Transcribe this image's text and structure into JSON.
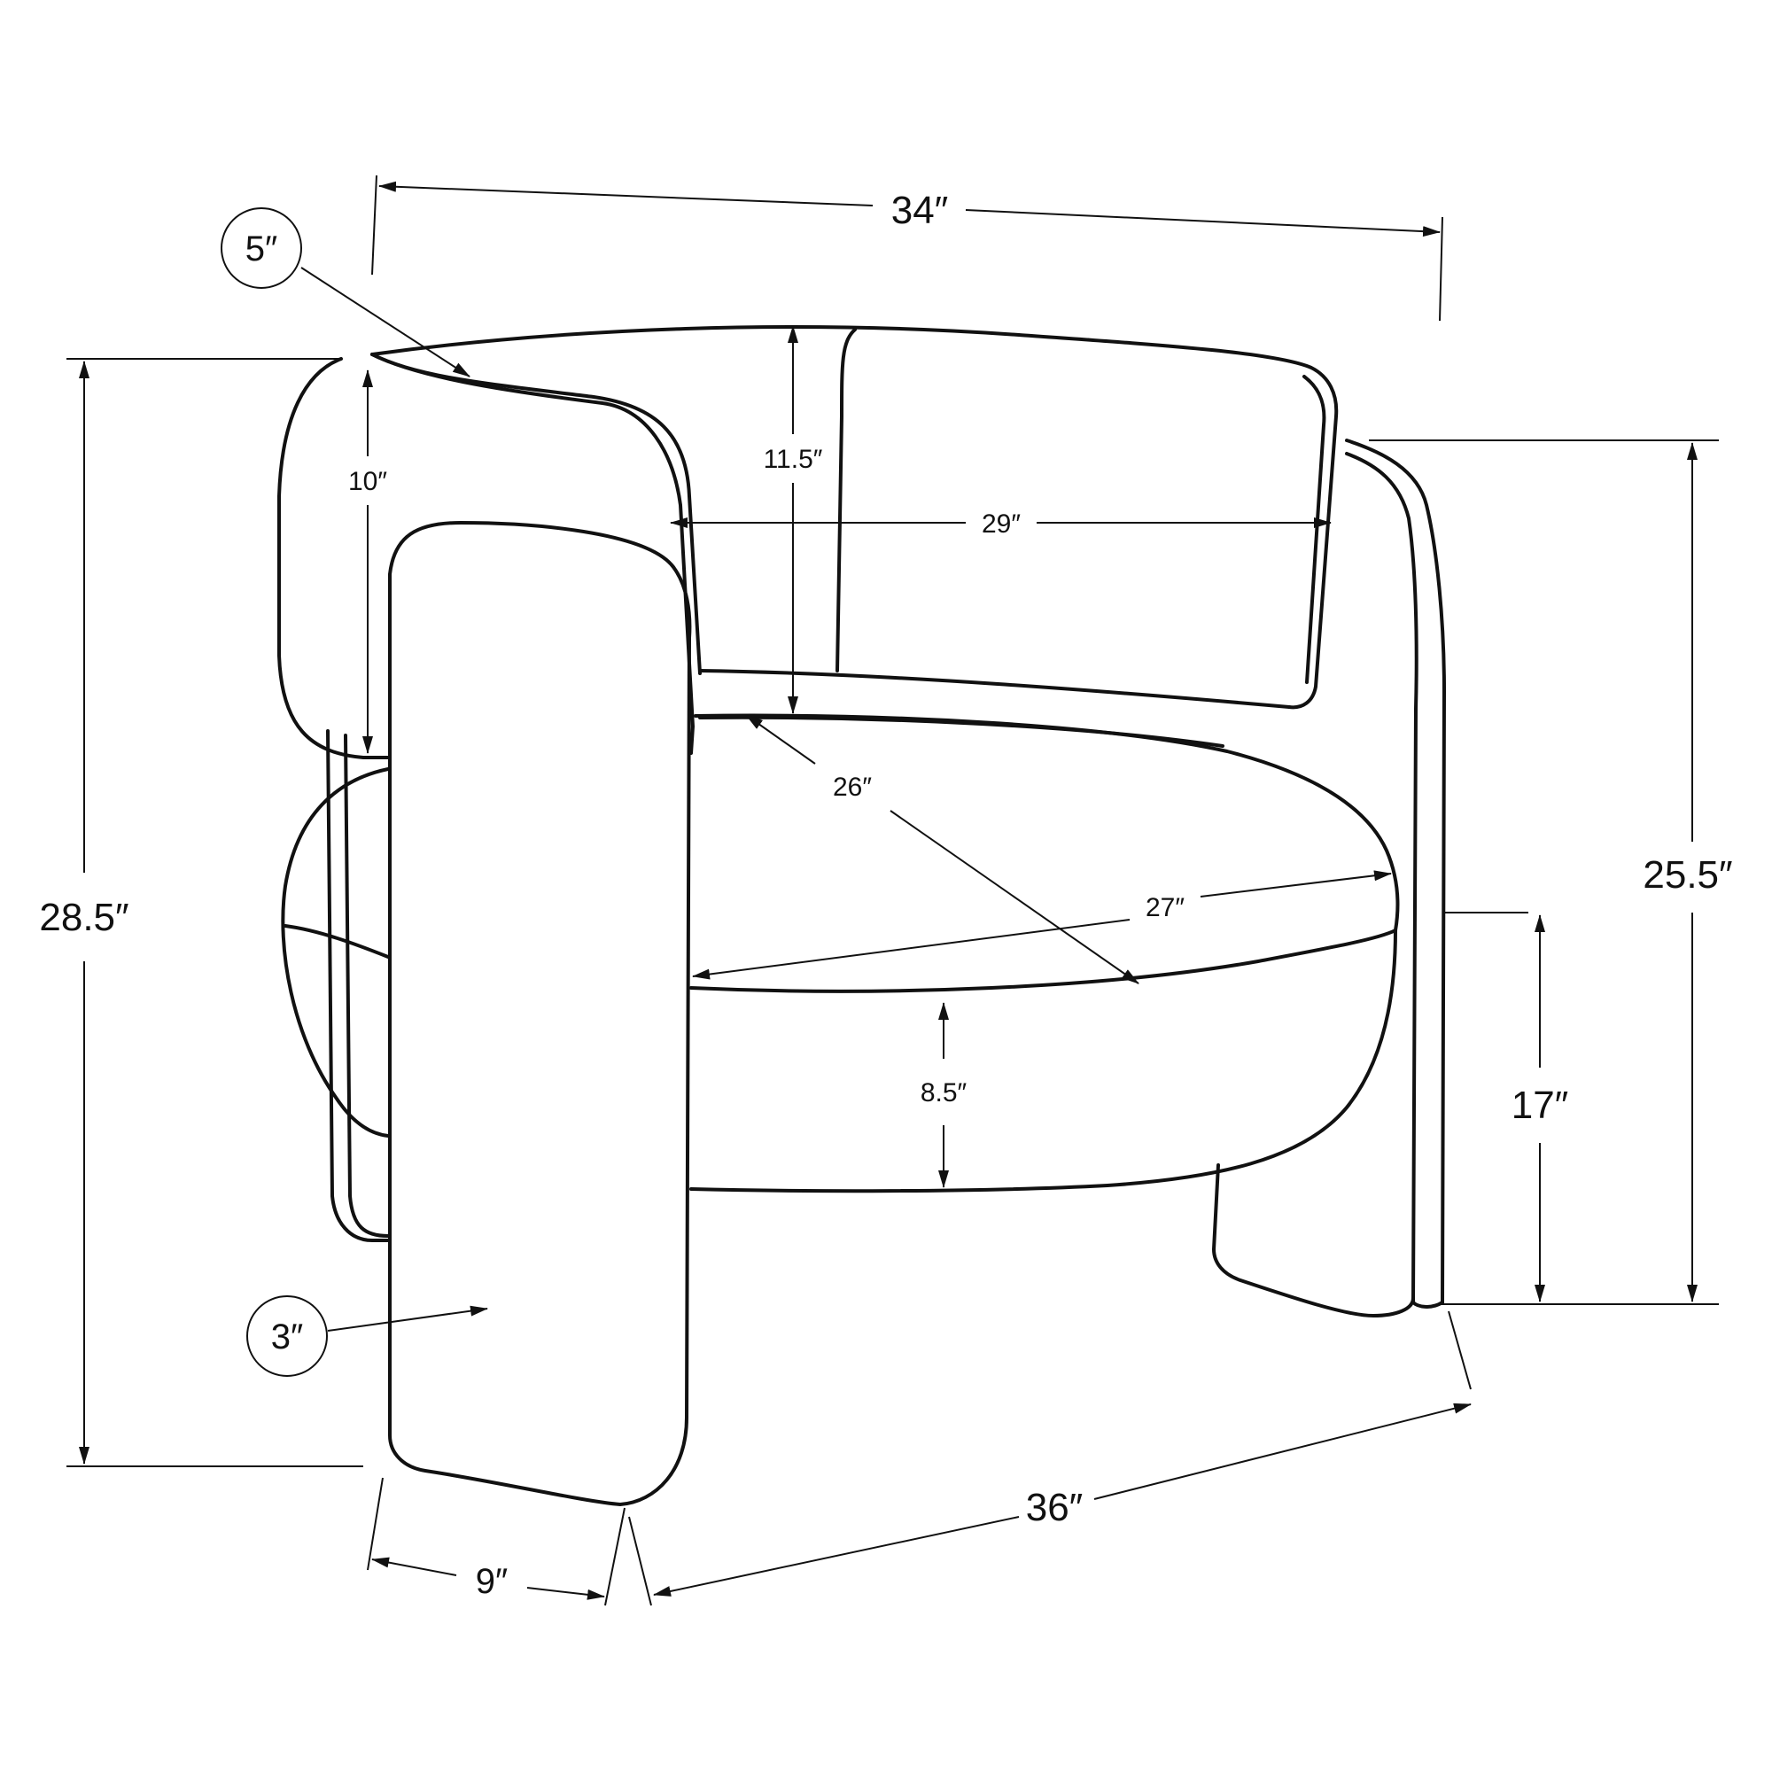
{
  "diagram": {
    "labels": {
      "overall_width": "34″",
      "overall_depth": "36″",
      "overall_height": "28.5″",
      "back_height": "25.5″",
      "seat_height": "17″",
      "backrest_height": "11.5″",
      "inner_back_width": "29″",
      "arm_back_height": "10″",
      "seat_depth_diagonal": "26″",
      "seat_width": "27″",
      "seat_cushion_thickness": "8.5″",
      "arm_width": "9″",
      "back_thickness_callout": "5″",
      "arm_thickness_callout": "3″"
    }
  }
}
